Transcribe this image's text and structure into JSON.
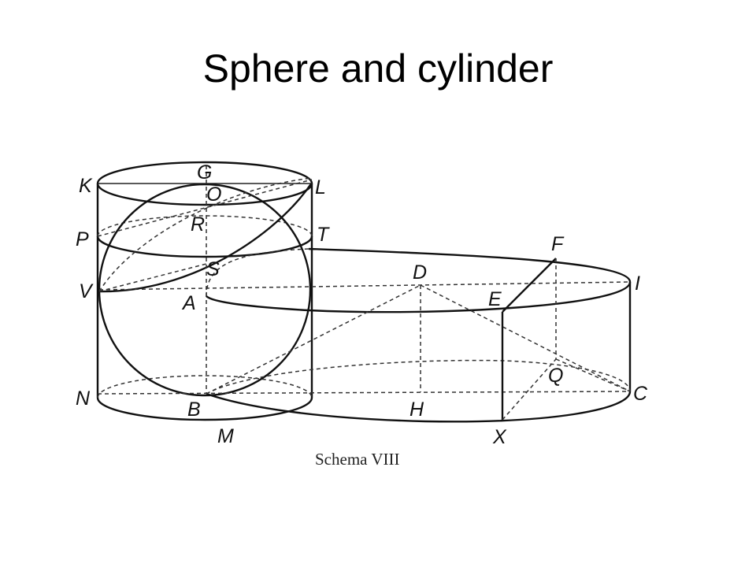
{
  "slide": {
    "title": "Sphere and cylinder"
  },
  "diagram": {
    "caption": "Schema VIII",
    "points": {
      "K": "K",
      "G": "G",
      "L": "L",
      "O": "O",
      "P": "P",
      "R": "R",
      "T": "T",
      "S": "S",
      "V": "V",
      "A": "A",
      "N": "N",
      "B": "B",
      "M": "M",
      "D": "D",
      "E": "E",
      "F": "F",
      "I": "I",
      "Q": "Q",
      "C": "C",
      "H": "H",
      "X": "X"
    }
  }
}
